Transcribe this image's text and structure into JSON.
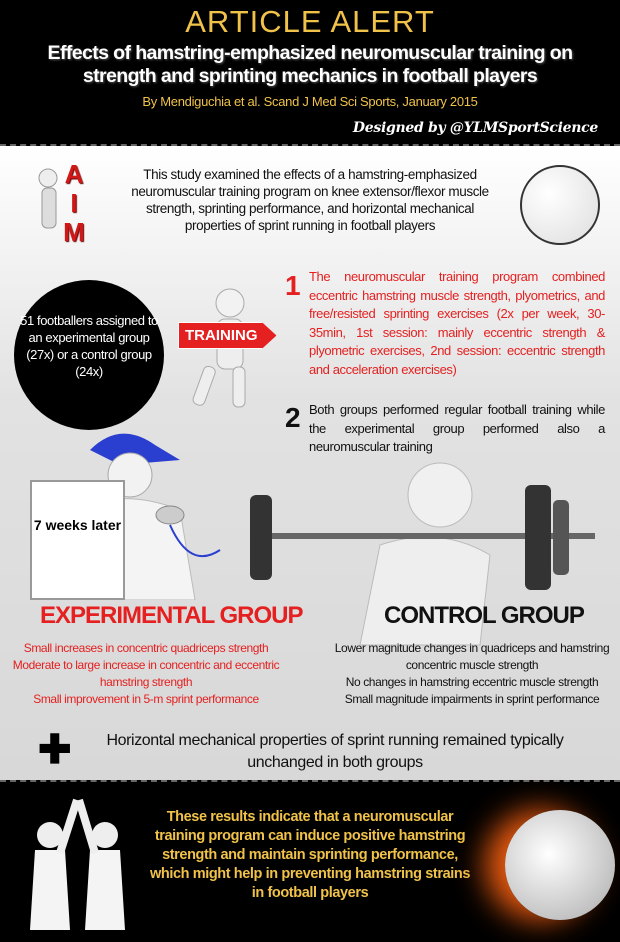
{
  "header": {
    "alert": "ARTICLE ALERT",
    "title_line1": "Effects of hamstring-emphasized neuromuscular training on",
    "title_line2": "strength and sprinting mechanics in football players",
    "byline": "By Mendiguchia et al. Scand J Med Sci Sports, January 2015",
    "designed_by": "Designed by @YLMSportScience"
  },
  "aim": {
    "letters": "AIM",
    "text": "This study examined the effects of a hamstring-emphasized neuromuscular training program on knee extensor/flexor muscle strength, sprinting performance, and horizontal mechanical properties of sprint running in football players"
  },
  "participants": "51 footballers assigned to an experimental group (27x) or a control group (24x)",
  "training_sign": "TRAINING",
  "points": [
    {
      "num": "1",
      "text": "The neuromuscular training program combined eccentric hamstring muscle strength, plyometrics, and free/resisted sprinting exercises (2x per week, 30-35min, 1st session: mainly eccentric strength & plyometric exercises, 2nd session: eccentric strength and acceleration exercises)"
    },
    {
      "num": "2",
      "text": "Both groups performed regular football training while the experimental group performed also a neuromuscular training"
    }
  ],
  "clipboard": "7 weeks later",
  "experimental": {
    "title": "EXPERIMENTAL GROUP",
    "lines": [
      "Small increases in concentric quadriceps strength",
      "Moderate to large increase in concentric and eccentric hamstring strength",
      "Small improvement in 5-m sprint performance"
    ]
  },
  "control": {
    "title": "CONTROL GROUP",
    "lines": [
      "Lower magnitude changes in quadriceps and hamstring concentric muscle strength",
      "No changes in hamstring eccentric muscle strength",
      "Small magnitude impairments in sprint performance"
    ]
  },
  "horizontal": "Horizontal mechanical properties of sprint running remained typically unchanged in both groups",
  "conclusion": "These results indicate that a neuromuscular training program can induce positive hamstring strength and maintain sprinting performance, which might help in preventing hamstring strains in football players",
  "colors": {
    "gold": "#f0c24a",
    "red": "#e52020"
  }
}
